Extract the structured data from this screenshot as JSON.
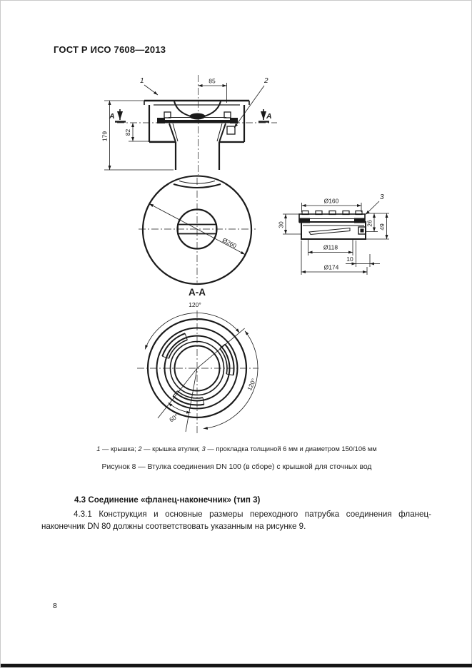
{
  "page": {
    "header": "ГОСТ Р ИСО 7608—2013",
    "page_number": "8"
  },
  "figure": {
    "top_view": {
      "dim_width": "85",
      "dim_height": "179",
      "dim_inner": "82",
      "callout_1": "1",
      "callout_2": "2",
      "section_letter": "A"
    },
    "plan_view": {
      "dim_diameter": "Ø260"
    },
    "side_view": {
      "dim_d160": "Ø160",
      "dim_30": "30",
      "dim_26": "26",
      "dim_49": "49",
      "dim_d118": "Ø118",
      "dim_10": "10",
      "dim_d174": "Ø174",
      "callout_3": "3"
    },
    "section_view": {
      "title": "A-A",
      "angle_top": "120°",
      "angle_right": "120°",
      "angle_bottom": "60°"
    },
    "legend": [
      {
        "num": "1",
        "text": " — крышка; "
      },
      {
        "num": "2",
        "text": " — крышка втулки; "
      },
      {
        "num": "3",
        "text": " — прокладка толщиной 6 мм и диаметром 150/106 мм"
      }
    ],
    "caption": "Рисунок 8 — Втулка соединения DN 100 (в сборе) с крышкой для сточных вод"
  },
  "section": {
    "heading": "4.3  Соединение «фланец-наконечник» (тип 3)",
    "paragraph": "4.3.1  Конструкция и основные размеры переходного патрубка соединения фланец-наконечник DN 80 должны соответствовать указанным на рисунке 9."
  },
  "colors": {
    "ink": "#1a1a1a",
    "paper": "#ffffff"
  }
}
